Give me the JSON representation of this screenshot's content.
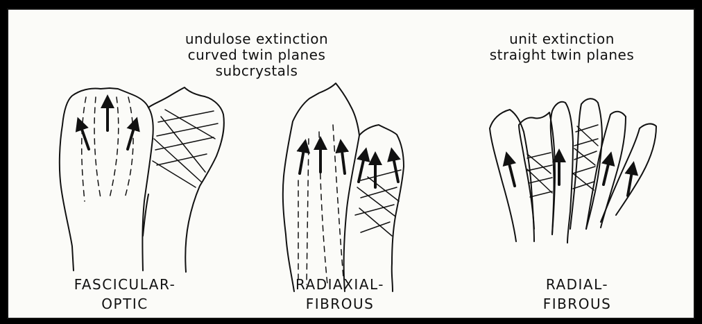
{
  "header_left": {
    "lines": [
      "undulose extinction",
      "curved twin planes",
      "subcrystals"
    ]
  },
  "header_right": {
    "lines": [
      "unit extinction",
      "straight twin planes"
    ]
  },
  "fabrics": [
    {
      "line1": "FASCICULAR-",
      "line2": "OPTIC"
    },
    {
      "line1": "RADIAXIAL-",
      "line2": "FIBROUS"
    },
    {
      "line1": "RADIAL-",
      "line2": "FIBROUS"
    }
  ]
}
